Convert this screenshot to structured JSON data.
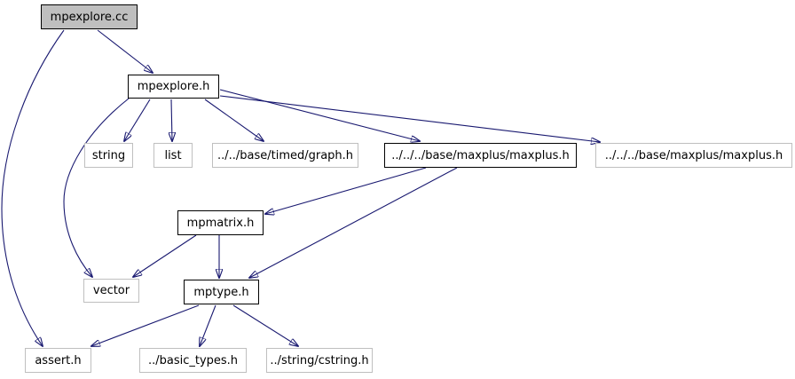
{
  "diagram": {
    "kind": "include-dependency-graph",
    "colors": {
      "edge": "#191970",
      "current_node_fill": "#bfbfbf",
      "linked_node_border": "#000000",
      "plain_node_border": "#bfbfbf",
      "background": "#ffffff"
    },
    "nodes": [
      {
        "id": "mpexplore_cc",
        "label": "mpexplore.cc",
        "style": "current"
      },
      {
        "id": "mpexplore_h",
        "label": "mpexplore.h",
        "style": "linked"
      },
      {
        "id": "string",
        "label": "string",
        "style": "plain"
      },
      {
        "id": "list",
        "label": "list",
        "style": "plain"
      },
      {
        "id": "graph_h",
        "label": "../../base/timed/graph.h",
        "style": "plain"
      },
      {
        "id": "maxplus_h",
        "label": "../../../base/maxplus/maxplus.h",
        "style": "linked"
      },
      {
        "id": "maxplus_h_dup",
        "label": "../../../base/maxplus/maxplus.h",
        "style": "plain"
      },
      {
        "id": "mpmatrix_h",
        "label": "mpmatrix.h",
        "style": "linked"
      },
      {
        "id": "vector",
        "label": "vector",
        "style": "plain"
      },
      {
        "id": "mptype_h",
        "label": "mptype.h",
        "style": "linked"
      },
      {
        "id": "assert_h",
        "label": "assert.h",
        "style": "plain"
      },
      {
        "id": "basic_types_h",
        "label": "../basic_types.h",
        "style": "plain"
      },
      {
        "id": "cstring_h",
        "label": "../string/cstring.h",
        "style": "plain"
      }
    ],
    "edges": [
      {
        "from": "mpexplore_cc",
        "to": "mpexplore_h"
      },
      {
        "from": "mpexplore_cc",
        "to": "assert_h"
      },
      {
        "from": "mpexplore_h",
        "to": "string"
      },
      {
        "from": "mpexplore_h",
        "to": "list"
      },
      {
        "from": "mpexplore_h",
        "to": "graph_h"
      },
      {
        "from": "mpexplore_h",
        "to": "maxplus_h"
      },
      {
        "from": "mpexplore_h",
        "to": "maxplus_h_dup"
      },
      {
        "from": "mpexplore_h",
        "to": "vector"
      },
      {
        "from": "maxplus_h",
        "to": "mpmatrix_h"
      },
      {
        "from": "maxplus_h",
        "to": "mptype_h"
      },
      {
        "from": "mpmatrix_h",
        "to": "vector"
      },
      {
        "from": "mpmatrix_h",
        "to": "mptype_h"
      },
      {
        "from": "mptype_h",
        "to": "assert_h"
      },
      {
        "from": "mptype_h",
        "to": "basic_types_h"
      },
      {
        "from": "mptype_h",
        "to": "cstring_h"
      }
    ]
  }
}
